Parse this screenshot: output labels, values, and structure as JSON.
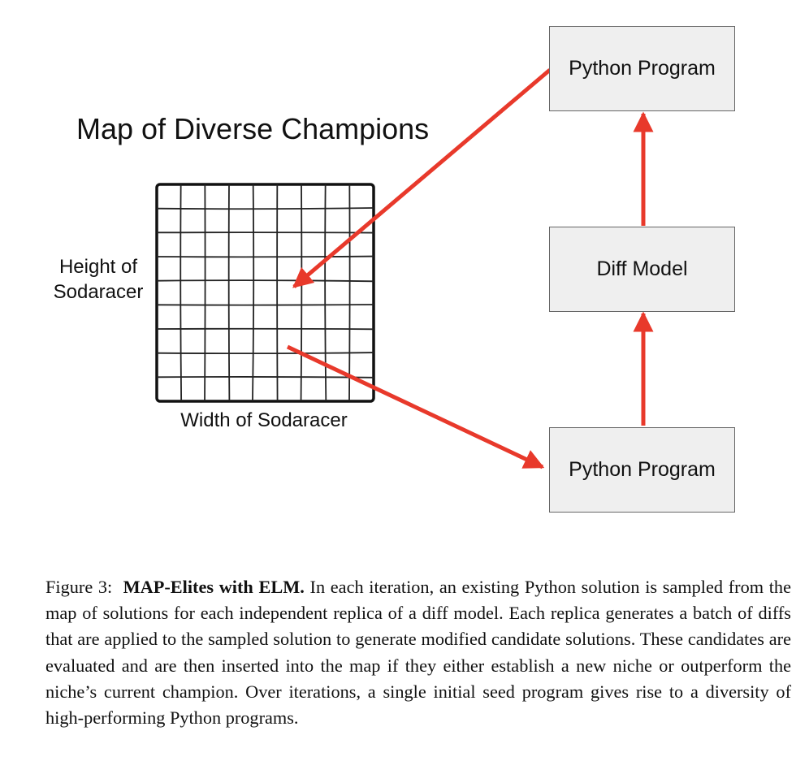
{
  "diagram": {
    "map_title": "Map of Diverse Champions",
    "y_axis_label_line1": "Height of",
    "y_axis_label_line2": "Sodaracer",
    "x_axis_label": "Width of Sodaracer",
    "top_box_label": "Python Program",
    "middle_box_label": "Diff Model",
    "bottom_box_label": "Python Program",
    "grid_rows": 9,
    "grid_cols": 9,
    "arrow_color": "#e8392b"
  },
  "caption": {
    "figure_label": "Figure 3:",
    "bold_title": "MAP-Elites with ELM.",
    "text": "In each iteration, an existing Python solution is sampled from the map of solutions for each independent replica of a diff model. Each replica generates a batch of diffs that are applied to the sampled solution to generate modified candidate solutions. These candidates are evaluated and are then inserted into the map if they either establish a new niche or outperform the niche’s current champion. Over iterations, a single initial seed program gives rise to a diversity of high-performing Python programs."
  }
}
